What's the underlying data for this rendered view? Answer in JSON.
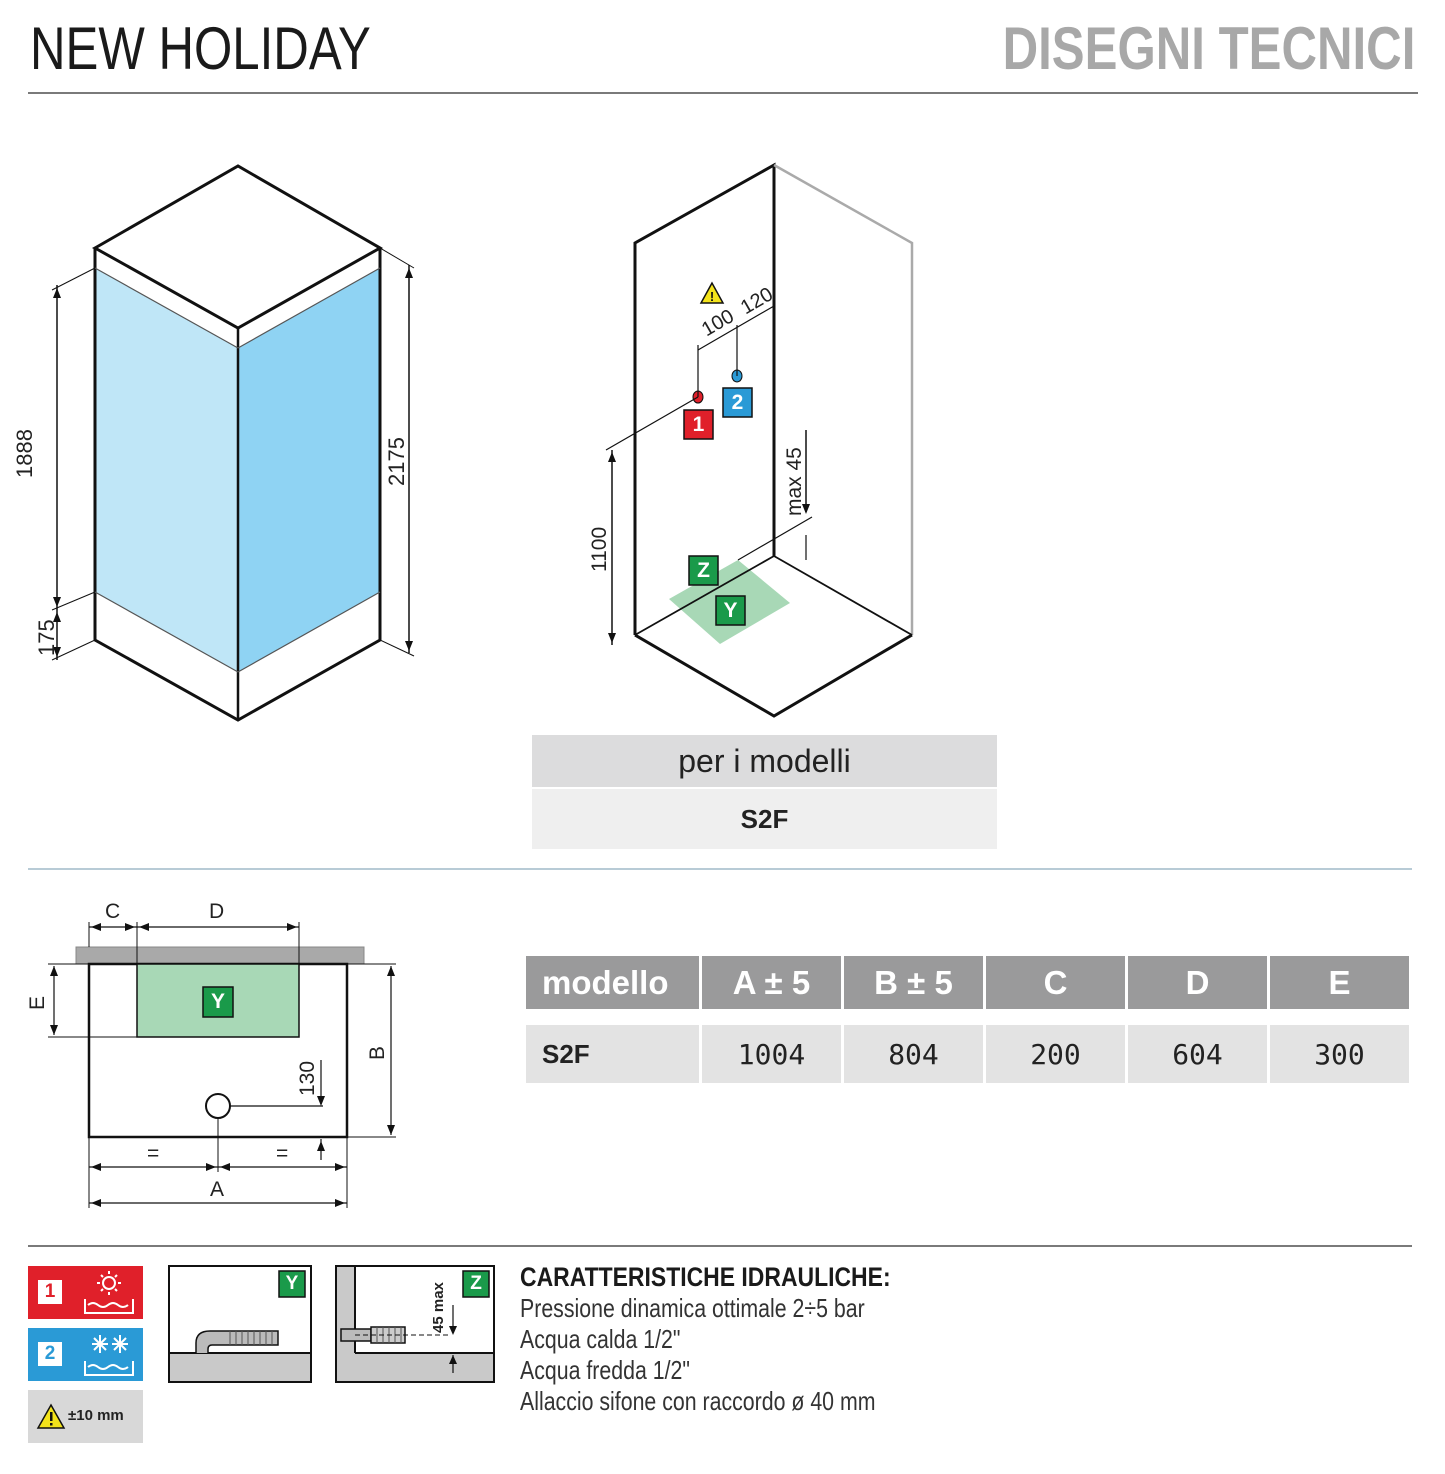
{
  "header": {
    "product_name": "NEW HOLIDAY",
    "section_title": "DISEGNI TECNICI"
  },
  "cabin_view": {
    "dim_1888": "1888",
    "dim_175": "175",
    "dim_2175": "2175"
  },
  "wall_view": {
    "dim_100": "100",
    "dim_120": "120",
    "dim_1100": "1100",
    "dim_max45": "max 45",
    "marker_1": "1",
    "marker_2": "2",
    "marker_z": "Z",
    "marker_y": "Y"
  },
  "models_box": {
    "label": "per i modelli",
    "value": "S2F"
  },
  "plan_view": {
    "label_c": "C",
    "label_d": "D",
    "label_e": "E",
    "label_b": "B",
    "label_a": "A",
    "label_eq1": "=",
    "label_eq2": "=",
    "dim_130": "130",
    "marker_y": "Y"
  },
  "spec_table": {
    "headers": [
      "modello",
      "A ± 5",
      "B ± 5",
      "C",
      "D",
      "E"
    ],
    "rows": [
      [
        "S2F",
        "1004",
        "804",
        "200",
        "604",
        "300"
      ]
    ]
  },
  "legend": {
    "hot_number": "1",
    "cold_number": "2",
    "tolerance": "±10 mm",
    "y_label": "Y",
    "z_label": "Z",
    "z_dim": "45 max"
  },
  "hydraulics": {
    "title": "CARATTERISTICHE IDRAULICHE:",
    "lines": [
      "Pressione dinamica ottimale 2÷5 bar",
      "Acqua calda 1/2\"",
      "Acqua fredda 1/2\"",
      "Allaccio sifone con raccordo ø 40 mm"
    ]
  },
  "colors": {
    "glass_light": "#bfe6f7",
    "glass_dark": "#8fd3f3",
    "hot_red": "#e0202a",
    "cold_blue": "#2a9ad6",
    "drain_green": "#1a9a4a",
    "drain_area": "#a8d8b6",
    "separator_blue": "#b8cbd6"
  }
}
